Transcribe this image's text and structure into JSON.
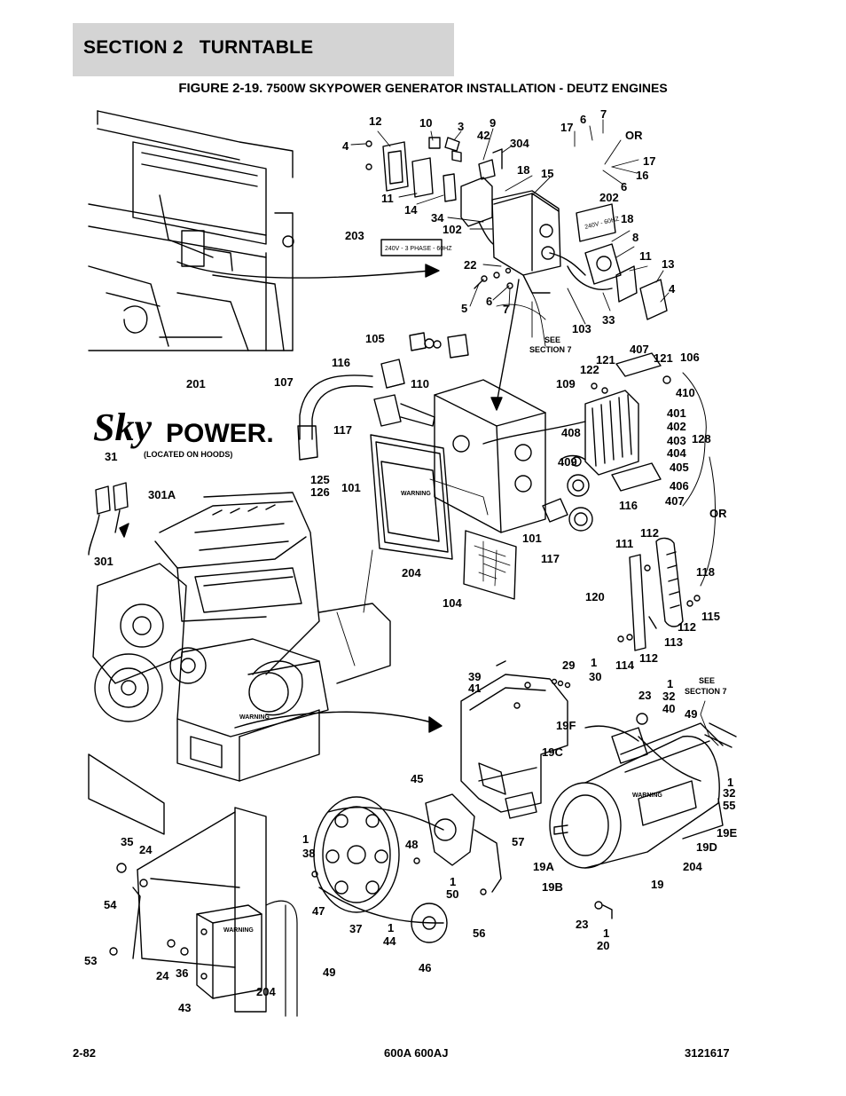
{
  "header": {
    "section_title": "SECTION 2   TURNTABLE"
  },
  "figure": {
    "number": "FIGURE 2-19.",
    "title": "7500W SKYPOWER GENERATOR INSTALLATION - DEUTZ ENGINES"
  },
  "decals": {
    "decal_203": "240V - 3 PHASE - 60HZ",
    "decal_202": "240V - 60HZ",
    "warning": "WARNING",
    "logo_sky": "Sky",
    "logo_power": "POWER.",
    "logo_note": "(LOCATED ON HOODS)"
  },
  "notes": {
    "see_section_7_a": "SEE",
    "see_section_7_b": "SECTION 7"
  },
  "callouts": [
    {
      "t": "12"
    },
    {
      "t": "10"
    },
    {
      "t": "3"
    },
    {
      "t": "9"
    },
    {
      "t": "42"
    },
    {
      "t": "304"
    },
    {
      "t": "4"
    },
    {
      "t": "17"
    },
    {
      "t": "6"
    },
    {
      "t": "7"
    },
    {
      "t": "OR"
    },
    {
      "t": "17"
    },
    {
      "t": "16"
    },
    {
      "t": "6"
    },
    {
      "t": "18"
    },
    {
      "t": "15"
    },
    {
      "t": "11"
    },
    {
      "t": "14"
    },
    {
      "t": "202"
    },
    {
      "t": "18"
    },
    {
      "t": "34"
    },
    {
      "t": "102"
    },
    {
      "t": "203"
    },
    {
      "t": "8"
    },
    {
      "t": "11"
    },
    {
      "t": "13"
    },
    {
      "t": "22"
    },
    {
      "t": "4"
    },
    {
      "t": "5"
    },
    {
      "t": "6"
    },
    {
      "t": "7"
    },
    {
      "t": "33"
    },
    {
      "t": "103"
    },
    {
      "t": "105"
    },
    {
      "t": "407"
    },
    {
      "t": "121"
    },
    {
      "t": "121"
    },
    {
      "t": "106"
    },
    {
      "t": "122"
    },
    {
      "t": "116"
    },
    {
      "t": "109"
    },
    {
      "t": "410"
    },
    {
      "t": "201"
    },
    {
      "t": "107"
    },
    {
      "t": "110"
    },
    {
      "t": "401"
    },
    {
      "t": "402"
    },
    {
      "t": "117"
    },
    {
      "t": "408"
    },
    {
      "t": "403"
    },
    {
      "t": "128"
    },
    {
      "t": "404"
    },
    {
      "t": "31"
    },
    {
      "t": "409"
    },
    {
      "t": "405"
    },
    {
      "t": "125"
    },
    {
      "t": "126"
    },
    {
      "t": "101"
    },
    {
      "t": "406"
    },
    {
      "t": "301A"
    },
    {
      "t": "407"
    },
    {
      "t": "116"
    },
    {
      "t": "OR"
    },
    {
      "t": "101"
    },
    {
      "t": "112"
    },
    {
      "t": "111"
    },
    {
      "t": "117"
    },
    {
      "t": "301"
    },
    {
      "t": "204"
    },
    {
      "t": "118"
    },
    {
      "t": "120"
    },
    {
      "t": "104"
    },
    {
      "t": "115"
    },
    {
      "t": "112"
    },
    {
      "t": "113"
    },
    {
      "t": "112"
    },
    {
      "t": "114"
    },
    {
      "t": "29"
    },
    {
      "t": "1"
    },
    {
      "t": "39"
    },
    {
      "t": "30"
    },
    {
      "t": "41"
    },
    {
      "t": "23"
    },
    {
      "t": "1"
    },
    {
      "t": "32"
    },
    {
      "t": "40"
    },
    {
      "t": "49"
    },
    {
      "t": "19F"
    },
    {
      "t": "19C"
    },
    {
      "t": "45"
    },
    {
      "t": "1"
    },
    {
      "t": "32"
    },
    {
      "t": "55"
    },
    {
      "t": "19E"
    },
    {
      "t": "35"
    },
    {
      "t": "1"
    },
    {
      "t": "24"
    },
    {
      "t": "38"
    },
    {
      "t": "48"
    },
    {
      "t": "57"
    },
    {
      "t": "19D"
    },
    {
      "t": "19A"
    },
    {
      "t": "204"
    },
    {
      "t": "1"
    },
    {
      "t": "50"
    },
    {
      "t": "19B"
    },
    {
      "t": "19"
    },
    {
      "t": "54"
    },
    {
      "t": "47"
    },
    {
      "t": "56"
    },
    {
      "t": "37"
    },
    {
      "t": "1"
    },
    {
      "t": "44"
    },
    {
      "t": "23"
    },
    {
      "t": "1"
    },
    {
      "t": "20"
    },
    {
      "t": "53"
    },
    {
      "t": "46"
    },
    {
      "t": "24"
    },
    {
      "t": "36"
    },
    {
      "t": "49"
    },
    {
      "t": "204"
    },
    {
      "t": "43"
    }
  ],
  "footer": {
    "page_number": "2-82",
    "models": "600A 600AJ",
    "part_number": "3121617"
  }
}
